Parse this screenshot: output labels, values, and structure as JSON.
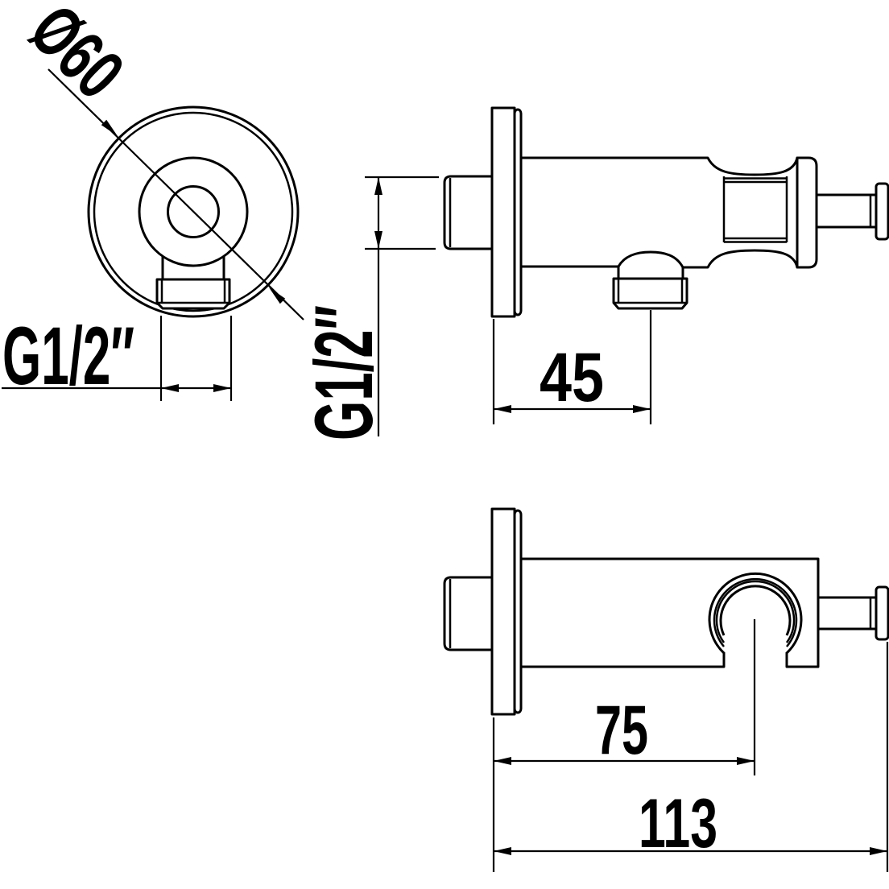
{
  "drawing": {
    "type": "technical-drawing-3-views",
    "subject": "wall shower outlet elbow with hand-shower holder",
    "colors": {
      "line": "#000000",
      "background": "#ffffff"
    },
    "labels": {
      "front_diameter": "Ø60",
      "front_thread": "G1/2″",
      "side_thread": "G1/2″",
      "side_offset": "45",
      "plan_holder": "75",
      "plan_total": "113"
    }
  }
}
